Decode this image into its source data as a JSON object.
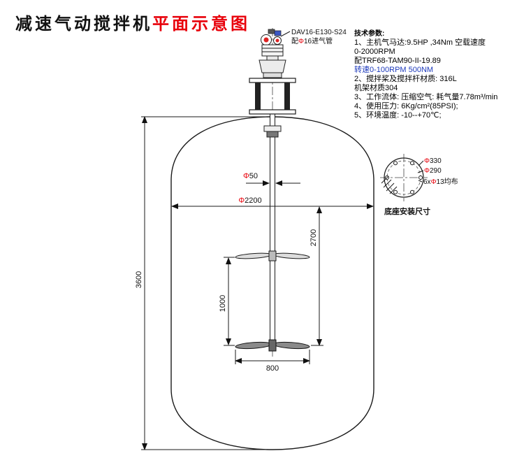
{
  "title": {
    "black": "减速气动搅拌机",
    "red": "平面示意图"
  },
  "motor": {
    "model": "DAV16-E130-S24",
    "inlet_prefix": "配",
    "inlet_phi": "Φ",
    "inlet_rest": "16进气管"
  },
  "specs": {
    "lines": [
      {
        "text": "技术参数:",
        "bold": true
      },
      {
        "text": "1、主机气马达:9.5HP ,34Nm 空载速度"
      },
      {
        "text": "0-2000RPM"
      },
      {
        "text": "配TRF68-TAM90-II-19.89"
      },
      {
        "text": "转速0-100RPM  500NM",
        "color": "#1c39bb"
      },
      {
        "text": "2、搅拌桨及搅拌杆材质: 316L"
      },
      {
        "text": "机架材质304"
      },
      {
        "text": "3、工作流体: 压缩空气: 耗气量7.78m³/min"
      },
      {
        "text": "4、使用压力: 6Kg/cm²(85PSI);"
      },
      {
        "text": "5、环境温度: -10--+70℃;"
      }
    ]
  },
  "dims": {
    "shaft": {
      "phi": "Φ",
      "value": "50"
    },
    "tank_diameter": {
      "phi": "Φ",
      "value": "2200"
    },
    "tank_height": "3600",
    "impeller_depth": "2700",
    "impeller_spacing": "1000",
    "impeller_width": "800",
    "flange_outer": {
      "phi": "Φ",
      "value": "330"
    },
    "flange_bolt_circle": {
      "phi": "Φ",
      "value": "290"
    },
    "flange_holes": {
      "prefix": "6x",
      "phi": "Φ",
      "rest": "13均布"
    }
  },
  "flange_caption": "底座安装尺寸",
  "colors": {
    "accent_red": "#e8000a",
    "line_black": "#1a1a1a",
    "spec_blue": "#1c39bb"
  }
}
